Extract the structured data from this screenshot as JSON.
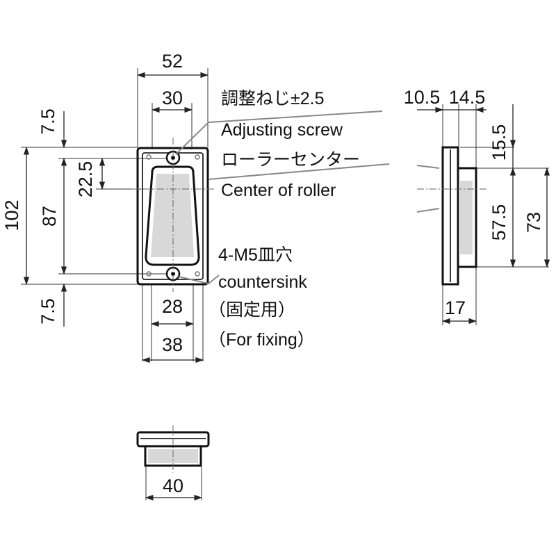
{
  "dimensions": {
    "front_total_width": "52",
    "roller_width": "30",
    "top_margin": "7.5",
    "total_height": "102",
    "mounting_pitch": "87",
    "roller_offset": "22.5",
    "bottom_margin": "7.5",
    "pocket_width": "28",
    "body_width": "38",
    "side_flange_thickness": "10.5",
    "side_body_depth": "14.5",
    "side_top_offset": "15.5",
    "side_roller_height": "57.5",
    "side_body_height": "73",
    "side_total_depth": "17",
    "bottom_width": "40"
  },
  "notes": {
    "adjusting_screw_jp": "調整ねじ±2.5",
    "adjusting_screw_en": "Adjusting screw",
    "roller_center_jp": "ローラーセンター",
    "roller_center_en": "Center of roller",
    "countersink_jp": "4-M5皿穴",
    "countersink_en": "countersink",
    "fixing_jp": "（固定用）",
    "fixing_en": "（For fixing）"
  }
}
